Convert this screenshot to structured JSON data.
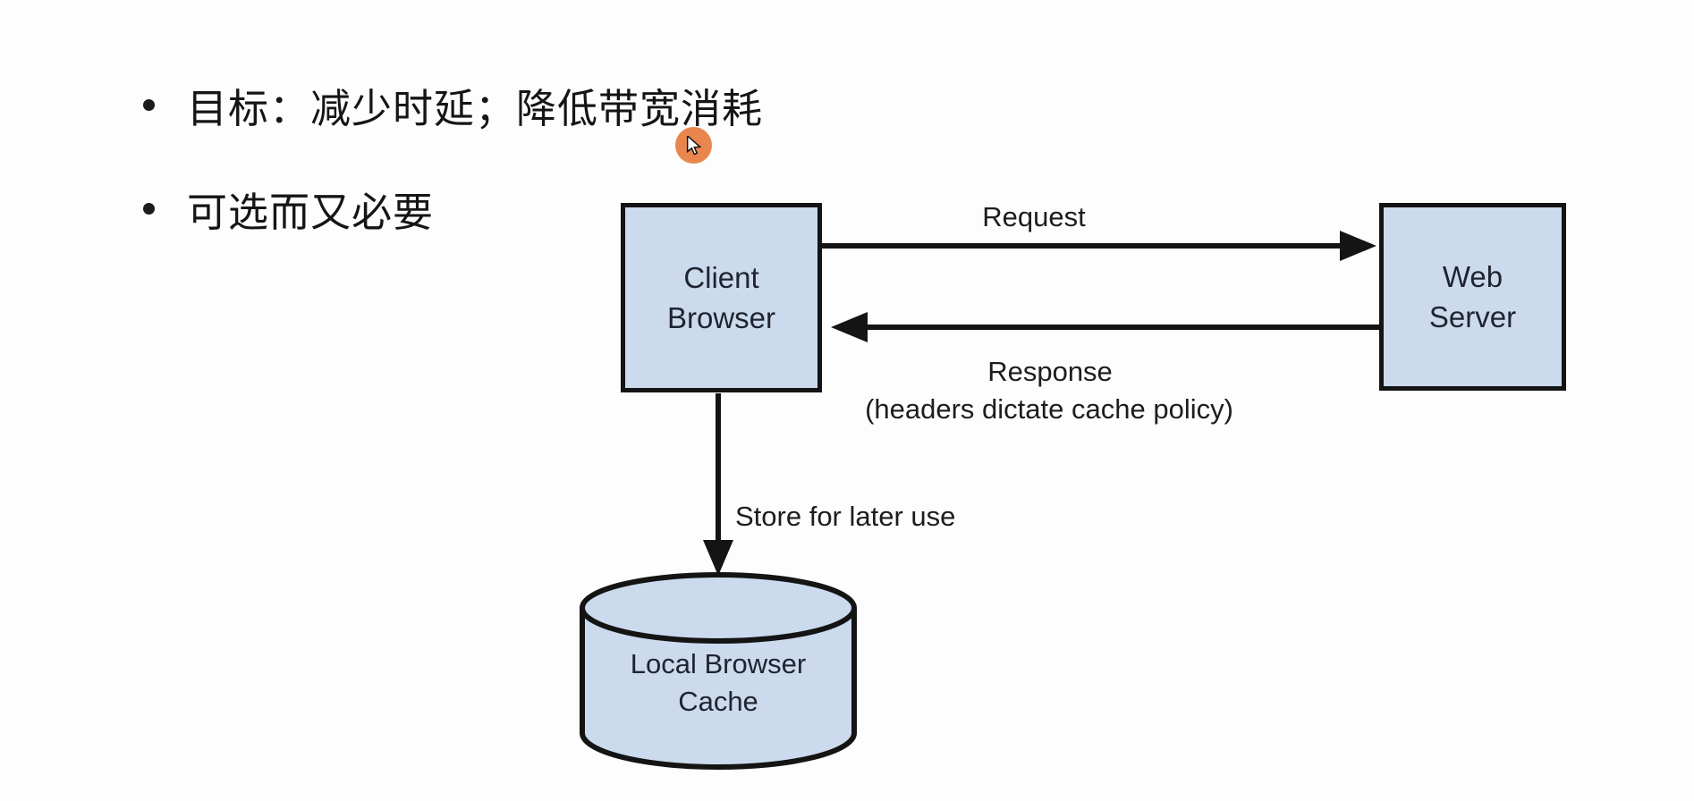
{
  "slide": {
    "bullets": [
      {
        "label": "目标：减少时延；降低带宽消耗"
      },
      {
        "label": "可选而又必要"
      }
    ]
  },
  "diagram": {
    "nodes": {
      "client_browser": {
        "line1": "Client",
        "line2": "Browser"
      },
      "web_server": {
        "line1": "Web",
        "line2": "Server"
      },
      "local_cache": {
        "line1": "Local Browser",
        "line2": "Cache"
      }
    },
    "edges": {
      "request": {
        "label": "Request"
      },
      "response": {
        "label": "Response",
        "sublabel": "(headers dictate cache policy)"
      },
      "store": {
        "label": "Store for later use"
      }
    },
    "colors": {
      "background": "#fdfdfd",
      "node_fill": "#ccdaee",
      "node_border": "#141414",
      "text": "#1b1b1b",
      "cursor_highlight": "#e8864e"
    }
  }
}
